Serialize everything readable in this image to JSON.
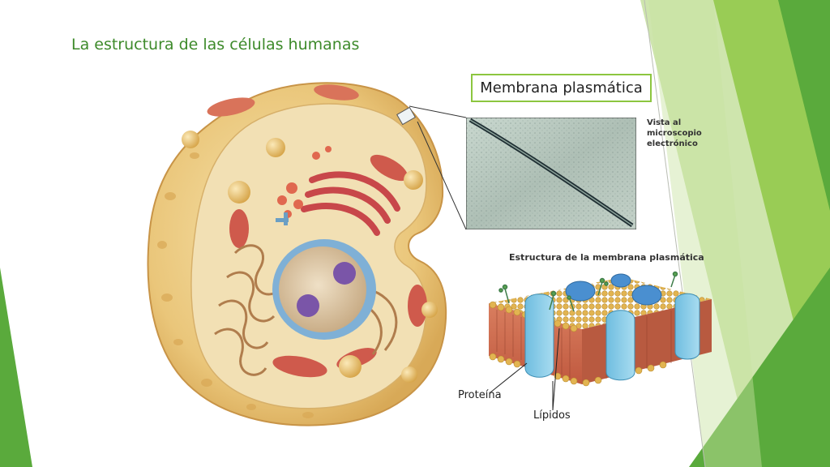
{
  "slide": {
    "title": "La estructura de las células humanas",
    "accent_colors": [
      "#8cc63f",
      "#5aaa3c",
      "#3d8a2a",
      "#a5cf6a"
    ]
  },
  "zoom_panel": {
    "heading": "Membrana plasmática",
    "caption_lines": [
      "Vista al",
      "microscopio",
      "electrónico"
    ]
  },
  "membrane_diagram": {
    "title": "Estructura de la membrana plasmática",
    "labels": {
      "protein": "Proteína",
      "lipids": "Lípidos"
    }
  }
}
